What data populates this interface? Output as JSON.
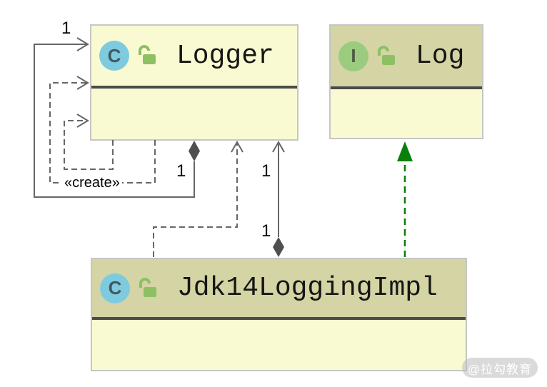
{
  "diagram": {
    "type": "uml-class-diagram",
    "nodes": {
      "logger": {
        "badge": "C",
        "kind": "class",
        "name": "Logger"
      },
      "log": {
        "badge": "I",
        "kind": "interface",
        "name": "Log"
      },
      "jdk14": {
        "badge": "C",
        "kind": "class",
        "name": "Jdk14LoggingImpl"
      }
    },
    "edges": [
      {
        "type": "composition-self",
        "from": "Logger",
        "to": "Logger",
        "style": "solid",
        "diamond": "filled",
        "multiplicity_source": "1",
        "multiplicity_target": "1"
      },
      {
        "type": "dependency-create-self",
        "from": "Logger",
        "to": "Logger",
        "style": "dashed",
        "stereotype": "«create»"
      },
      {
        "type": "dependency-self",
        "from": "Logger",
        "to": "Logger",
        "style": "dashed"
      },
      {
        "type": "dependency",
        "from": "Jdk14LoggingImpl",
        "to": "Logger",
        "style": "dashed"
      },
      {
        "type": "aggregation",
        "from": "Jdk14LoggingImpl",
        "to": "Logger",
        "style": "solid",
        "diamond": "filled",
        "multiplicity_source": "1",
        "multiplicity_target": "1"
      },
      {
        "type": "realization",
        "from": "Jdk14LoggingImpl",
        "to": "Log",
        "style": "dashed-green"
      }
    ],
    "labels": {
      "create": "«create»",
      "m_top": "1",
      "m_self_diamond": "1",
      "m_assoc_upper": "1",
      "m_assoc_lower": "1"
    },
    "icons": {
      "class_badge": "circle-C-icon",
      "interface_badge": "circle-I-icon",
      "visibility": "open-lock-icon"
    },
    "colors": {
      "node_body": "#FAFAD2",
      "node_header_khaki": "#D4D4A4",
      "node_border": "#C6C6C6",
      "divider": "#4B4B4B",
      "edge_gray": "#666666",
      "diamond_fill": "#4F4F4F",
      "realization_green": "#0A800A",
      "class_badge_bg": "#7ECBDF",
      "interface_badge_bg": "#9BCB7F",
      "lock_green": "#8DC063"
    },
    "watermark": {
      "text": "@拉勾教育"
    }
  }
}
